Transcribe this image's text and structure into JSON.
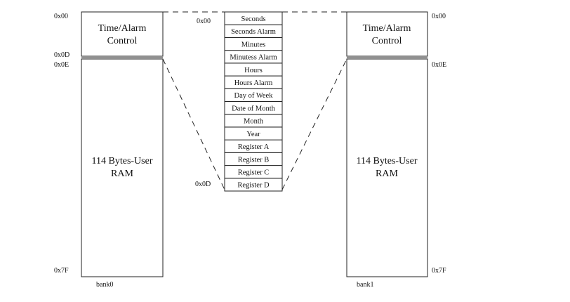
{
  "bank0": {
    "control_line1": "Time/Alarm",
    "control_line2": "Control",
    "ram_line1": "114 Bytes-User",
    "ram_line2": "RAM",
    "addr_top": "0x00",
    "addr_control_end": "0x0D",
    "addr_ram_start": "0x0E",
    "addr_bottom": "0x7F",
    "name": "bank0"
  },
  "bank1": {
    "control_line1": "Time/Alarm",
    "control_line2": "Control",
    "ram_line1": "114 Bytes-User",
    "ram_line2": "RAM",
    "addr_top": "0x00",
    "addr_ram_start": "0x0E",
    "addr_bottom": "0x7F",
    "name": "bank1"
  },
  "registers": {
    "addr_first": "0x00",
    "addr_last": "0x0D",
    "items": [
      "Seconds",
      "Seconds Alarm",
      "Minutes",
      "Minutess Alarm",
      "Hours",
      "Hours Alarm",
      "Day of Week",
      "Date of Month",
      "Month",
      "Year",
      "Register A",
      "Register B",
      "Register C",
      "Register D"
    ]
  }
}
